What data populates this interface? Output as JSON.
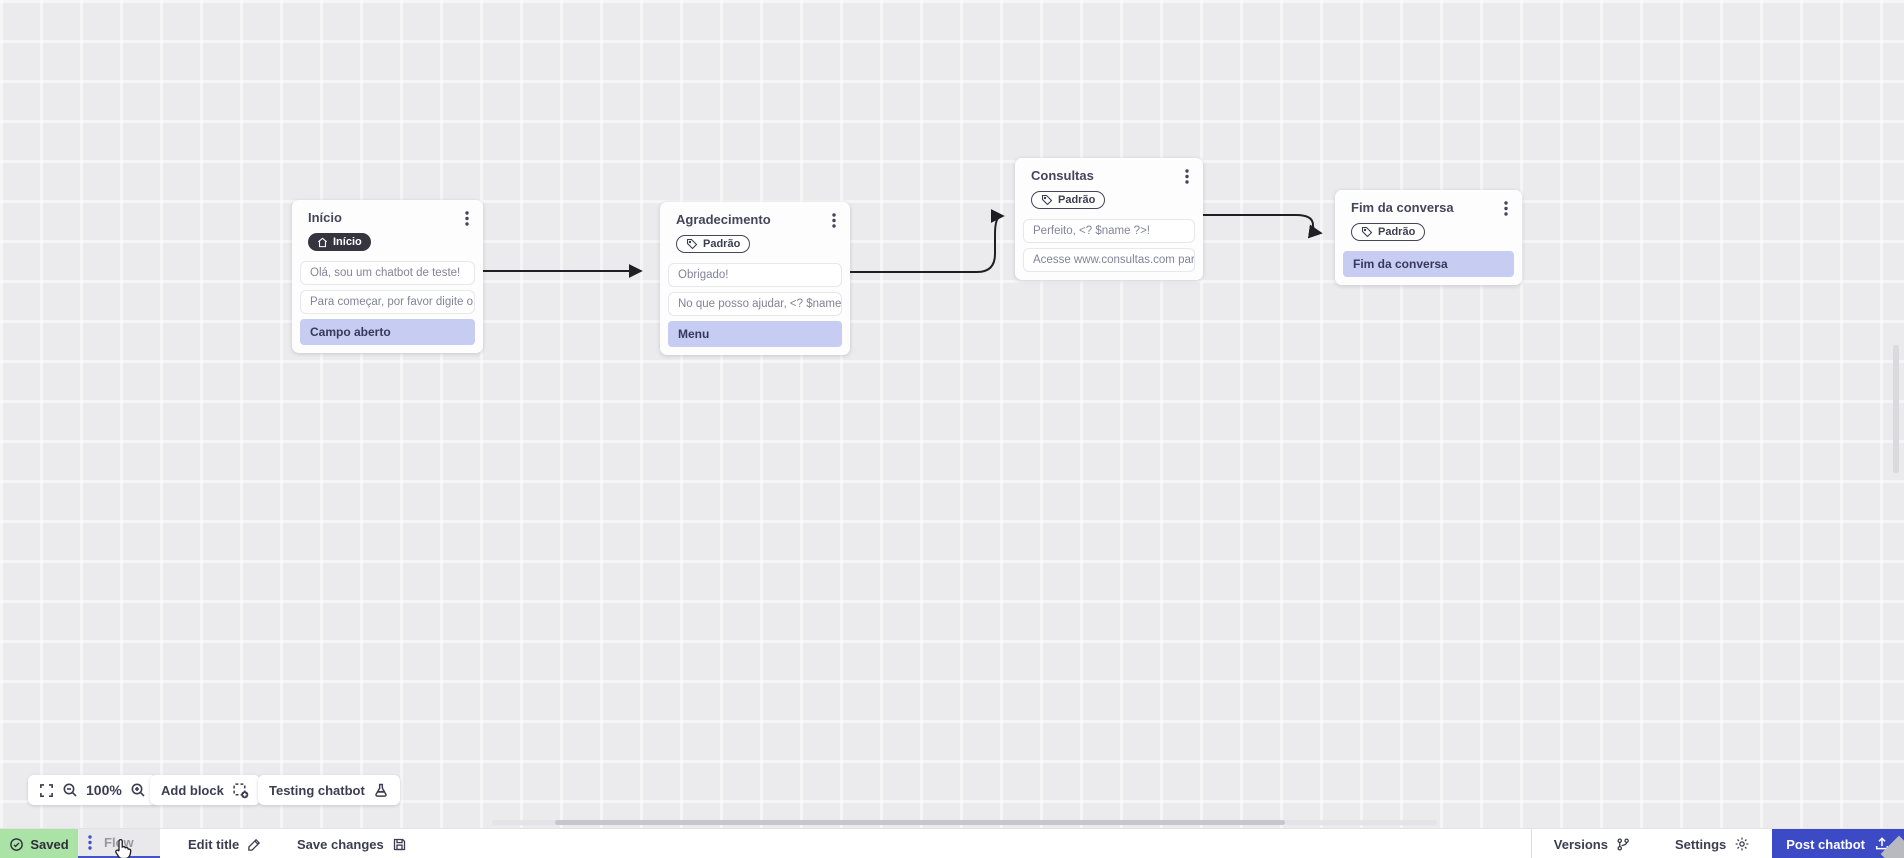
{
  "colors": {
    "accent_indigo": "#3c4ac5",
    "block_purple": "#c6ccf2",
    "saved_green": "#abe3a6",
    "badge_dark": "#35343f",
    "wire_black": "#1f1f23",
    "canvas_grey": "#ebebed"
  },
  "nodes": [
    {
      "title": "Início",
      "badge": "Início",
      "items": [
        "Olá, sou um chatbot de teste!",
        "Para começar, por favor digite o ...",
        "Campo aberto"
      ]
    },
    {
      "title": "Agradecimento",
      "badge": "Padrão",
      "items": [
        "Obrigado!",
        "No que posso ajudar, <? $name ...",
        "Menu"
      ]
    },
    {
      "title": "Consultas",
      "badge": "Padrão",
      "items": [
        "Perfeito, <? $name ?>!",
        "Acesse www.consultas.com par..."
      ]
    },
    {
      "title": "Fim da conversa",
      "badge": "Padrão",
      "items": [
        "Fim da conversa"
      ]
    }
  ],
  "toolbar": {
    "zoom_level": "100%",
    "add_block": "Add block",
    "testing_chatbot": "Testing chatbot"
  },
  "statusbar": {
    "saved": "Saved",
    "flow_tab": "Flow",
    "edit_title": "Edit title",
    "save_changes": "Save changes",
    "versions": "Versions",
    "settings": "Settings",
    "post_chatbot": "Post chatbot"
  }
}
